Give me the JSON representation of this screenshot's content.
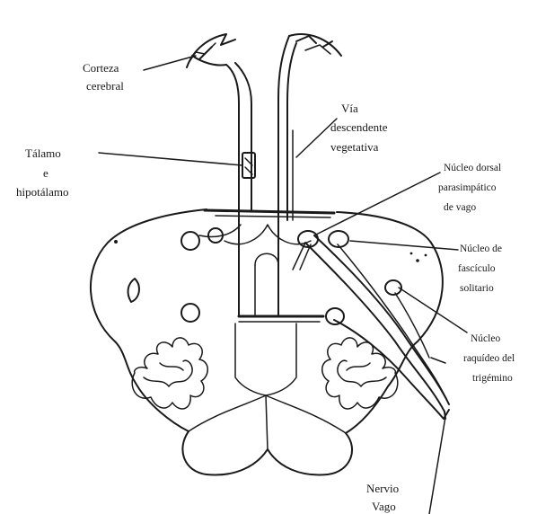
{
  "diagram": {
    "labels": {
      "corteza_l1": "Corteza",
      "corteza_l2": "cerebral",
      "via_l1": "Vía",
      "via_l2": "descendente",
      "via_l3": "vegetativa",
      "talamo_l1": "Tálamo",
      "talamo_l2": "e",
      "talamo_l3": "hipotálamo",
      "nucdorsal_l1": "Núcleo dorsal",
      "nucdorsal_l2": "parasimpático",
      "nucdorsal_l3": "de vago",
      "nucfasc_l1": "Núcleo de",
      "nucfasc_l2": "fascículo",
      "nucfasc_l3": "solitario",
      "nucraq_l1": "Núcleo",
      "nucraq_l2": "raquídeo del",
      "nucraq_l3": "trigémino",
      "nervio_l1": "Nervio",
      "nervio_l2": "Vago"
    }
  }
}
